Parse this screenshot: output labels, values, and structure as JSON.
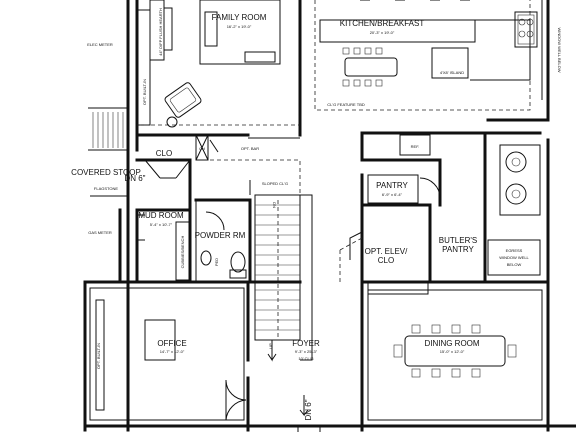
{
  "rooms": {
    "family_room": {
      "name": "FAMILY ROOM",
      "dims": "16'-2\" x 19'-0\""
    },
    "kitchen": {
      "name": "KITCHEN/BREAKFAST",
      "dims": "20'-3\" x 19'-0\""
    },
    "island": "4'X8' ISLAND",
    "clg_feature": "CL'G FEATURE TBD",
    "window_well_top": "WINDOW WELL BELOW",
    "fireplace": "44\" D/FP FLUSH HEARTH",
    "opt_built_in_family": "OPT. BUILT-IN",
    "elec_meter": "ELEC METER",
    "clo": "CLO",
    "ch": "CH",
    "opt_bar": "OPT. BAR",
    "ref": "REF.",
    "covered_stoop": "COVERED STOOP",
    "stoop_dn": "DN 6\"",
    "flagstone": "FLAGSTONE",
    "sloped_clg": "SLOPED CL'G",
    "dn": "DN",
    "pantry": {
      "name": "PANTRY",
      "dims": "6'-9\" x 6'-4\""
    },
    "mud_room": {
      "name": "MUD ROOM",
      "dims": "5'-4\" x 10'-7\""
    },
    "cubbies": "CUBBIES/BENCH",
    "powder": {
      "name": "POWDER RM"
    },
    "ped": "PED",
    "gas_meter": "GAS METER",
    "opt_elev": {
      "line1": "OPT. ELEV/",
      "line2": "CLO"
    },
    "butlers": {
      "line1": "BUTLER'S",
      "line2": "PANTRY"
    },
    "egress": {
      "line1": "EGRESS",
      "line2": "WINDOW WELL",
      "line3": "BELOW"
    },
    "office": {
      "name": "OFFICE",
      "dims": "14'-7\" x 12'-0\""
    },
    "opt_built_in_office": "OPT. BUILT-IN",
    "up": "UP",
    "foyer": {
      "name": "FOYER",
      "dims": "9'-3\" x 25'-3\"",
      "clg": "10' CL'G"
    },
    "dining": {
      "name": "DINING ROOM",
      "dims": "15'-0\" x 12'-0\""
    },
    "front_dn": "DN 6\""
  }
}
